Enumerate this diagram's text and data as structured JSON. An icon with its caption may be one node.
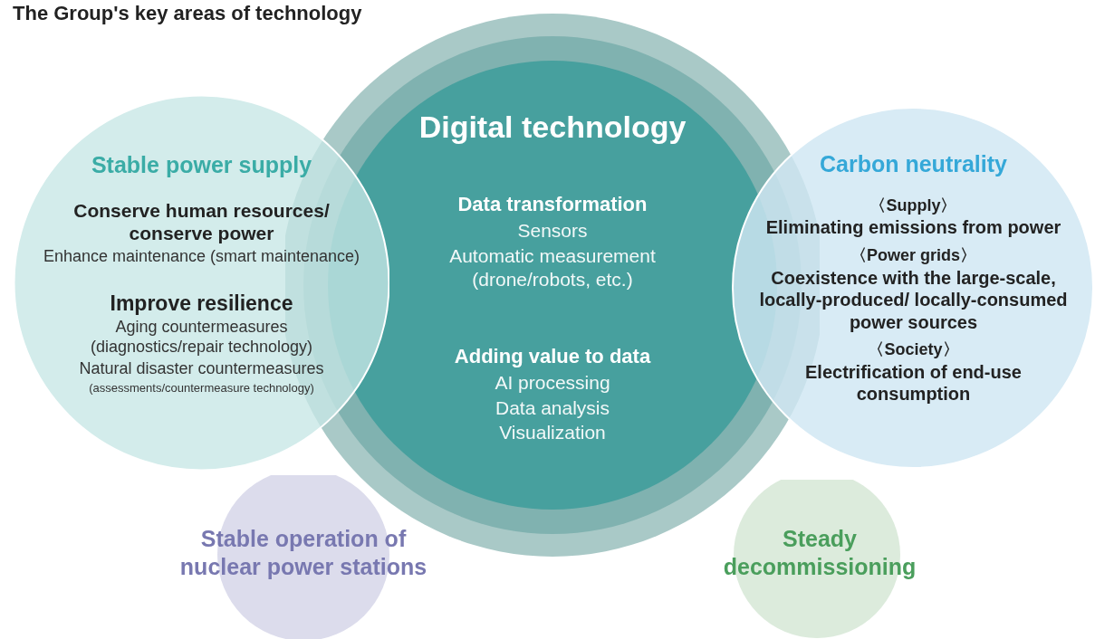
{
  "diagram": {
    "title": "The Group's key areas of technology",
    "nodes": [
      {
        "text": [
          "Digital technology",
          "Data transformation",
          "Sensors",
          "Automatic measurement (drone/robots, etc.)",
          "Adding value to data",
          "AI processing",
          "Data analysis",
          "Visualization"
        ]
      },
      {
        "text": [
          "Stable power supply",
          "Conserve human resources/ conserve power",
          "Enhance maintenance (smart maintenance)",
          "Improve resilience",
          "Aging countermeasures (diagnostics/repair technology)",
          "Natural disaster countermeasures",
          "(assessments/countermeasure technology)"
        ]
      },
      {
        "text": [
          "Carbon neutrality",
          "〈Supply〉",
          "Eliminating emissions from power",
          "〈Power grids〉",
          "Coexistence with the large-scale, locally-produced/ locally-consumed power sources",
          "〈Society〉",
          "Electrification of end-use consumption"
        ]
      },
      {
        "text": [
          "Stable operation of nuclear power stations"
        ]
      },
      {
        "text": [
          "Steady decommissioning"
        ]
      }
    ]
  }
}
